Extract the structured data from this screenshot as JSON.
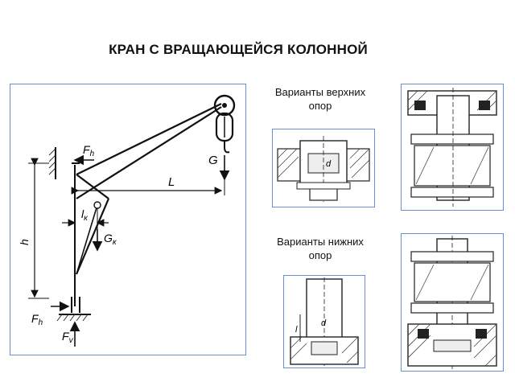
{
  "title": "КРАН С ВРАЩАЮЩЕЙСЯ КОЛОННОЙ",
  "upper_caption": [
    "Варианты верхних",
    "опор"
  ],
  "lower_caption": [
    "Варианты нижних",
    "опор"
  ],
  "crane_labels": {
    "fh_top": "F",
    "fh_top_sub": "h",
    "fh_bottom": "F",
    "fh_bottom_sub": "h",
    "fv": "F",
    "fv_sub": "v",
    "g": "G",
    "gk": "G",
    "gk_sub": "к",
    "l": "L",
    "lk": "l",
    "lk_sub": "к",
    "h": "h"
  },
  "bearing_labels": {
    "upper_small_d": "d",
    "lower_small_d": "d",
    "lower_small_l": "l"
  },
  "colors": {
    "frame_border": "#6b8fd6",
    "line": "#111111",
    "hatch": "#333333"
  }
}
